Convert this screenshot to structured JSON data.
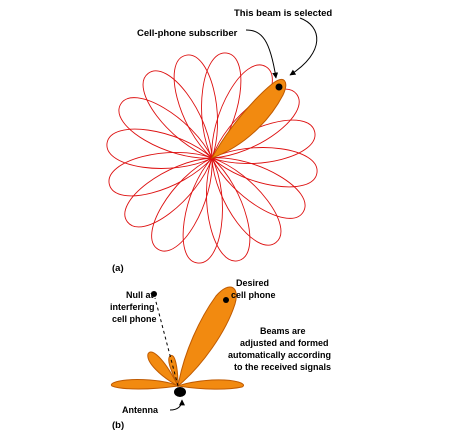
{
  "colors": {
    "beam_outline": "#dd1010",
    "selected_fill": "#f28a10",
    "selected_stroke": "#c05a00",
    "marker": "#000000"
  },
  "panel_a": {
    "label": "(a)",
    "beam_count": 16,
    "callout_selected": "This beam is selected",
    "callout_subscriber": "Cell-phone subscriber"
  },
  "panel_b": {
    "label": "(b)",
    "desired": [
      "Desired",
      "cell phone"
    ],
    "null": [
      "Null at",
      "interfering",
      "cell phone"
    ],
    "note": [
      "Beams are",
      "adjusted and formed",
      "automatically according",
      "to the received signals"
    ],
    "antenna": "Antenna"
  }
}
